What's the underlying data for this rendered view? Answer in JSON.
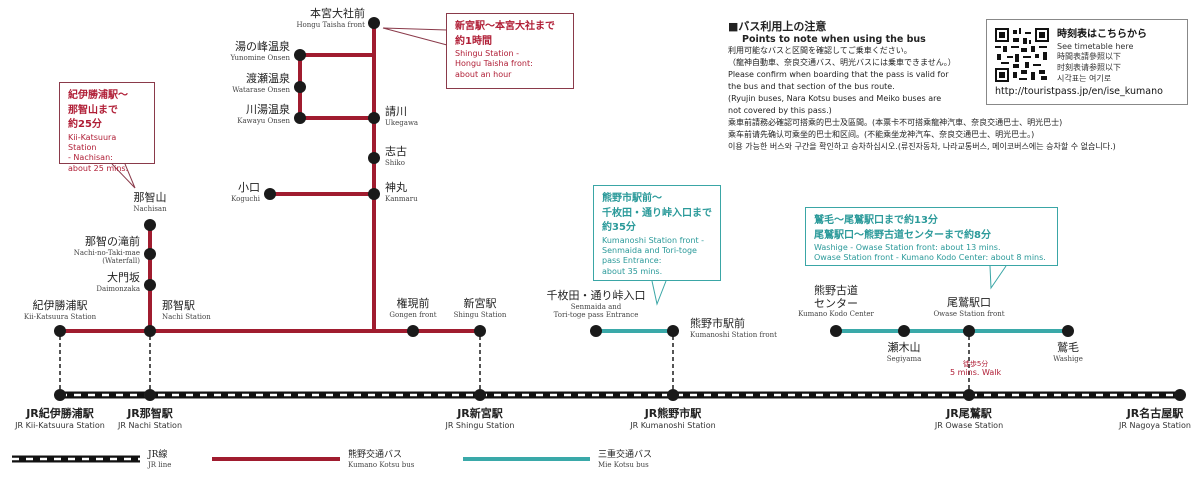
{
  "colors": {
    "kumano_kotsu": "#a01c2f",
    "mie_kotsu": "#3aa9a9",
    "jr": "#111111",
    "stop": "#1a1a1a"
  },
  "callouts": {
    "katsuura_nachisan": {
      "ja1": "紀伊勝浦駅～",
      "ja2": "那智山まで",
      "ja3": "約25分",
      "en1": "Kii-Katsuura Station",
      "en2": "- Nachisan:",
      "en3": "about 25 mins."
    },
    "shingu_hongu": {
      "ja1": "新宮駅～本宮大社まで",
      "ja2": "約1時間",
      "en1": "Shingu Station -",
      "en2": "Hongu Taisha front:",
      "en3": "about an hour"
    },
    "kumanoshi_senmaida": {
      "ja1": "熊野市駅前～",
      "ja2": "千枚田・通り峠入口まで",
      "ja3": "約35分",
      "en1": "Kumanoshi Station front -",
      "en2": "Senmaida and Tori-toge",
      "en3": "pass Entrance:",
      "en4": "about 35 mins."
    },
    "washige_owase": {
      "ja1": "鷲毛～尾鷲駅口まで約13分",
      "ja2": "尾鷲駅口～熊野古道センターまで約8分",
      "en1": "Washige - Owase Station front: about 13 mins.",
      "en2": "Owase Station front - Kumano Kodo Center: about 8 mins."
    }
  },
  "notes": {
    "title": "■バス利用上の注意",
    "subtitle": "Points to note when using the bus",
    "lines": [
      "利用可能なバスと区間を確認してご乗車ください。",
      "（龍神自動車、奈良交通バス、明光バスには乗車できません。）",
      "Please confirm when boarding that the pass is valid for",
      "the bus and that section of the bus route.",
      "(Ryujin buses, Nara Kotsu buses and Meiko buses are",
      "not covered by this pass.)",
      "乘車前請務必確認可搭乘的巴士及區間。(本票卡不可搭乘龍神汽車、奈良交通巴士、明光巴士)",
      "乘车前请先确认可乘坐的巴士和区间。(不能乘坐龙神汽车、奈良交通巴士、明光巴士。)",
      "이용 가능한 버스와 구간을 확인하고 승차하십시오.(류진자동차, 나라교통버스, 메이코버스에는 승차할 수 없습니다.)"
    ]
  },
  "timetable": {
    "heading": "時刻表はこちらから",
    "en": "See timetable here",
    "zh_tw": "時間表請參照以下",
    "zh_cn": "时刻表请参照以下",
    "ko": "시각표는 여기로",
    "url": "http://touristpass.jp/en/ise_kumano",
    "qr_icon": "qr-code-icon"
  },
  "bus_stops": {
    "hongu": {
      "ja": "本宮大社前",
      "en": "Hongu Taisha front"
    },
    "yunomine": {
      "ja": "湯の峰温泉",
      "en": "Yunomine Onsen"
    },
    "watarase": {
      "ja": "渡瀬温泉",
      "en": "Watarase Onsen"
    },
    "kawayu": {
      "ja": "川湯温泉",
      "en": "Kawayu Onsen"
    },
    "ukegawa": {
      "ja": "請川",
      "en": "Ukegawa"
    },
    "shiko": {
      "ja": "志古",
      "en": "Shiko"
    },
    "kanmaru": {
      "ja": "神丸",
      "en": "Kanmaru"
    },
    "koguchi": {
      "ja": "小口",
      "en": "Koguchi"
    },
    "nachisan": {
      "ja": "那智山",
      "en": "Nachisan"
    },
    "nachinotaki": {
      "ja": "那智の滝前",
      "en": "Nachi-no-Taki-mae",
      "en2": "(Waterfall)"
    },
    "daimonzaka": {
      "ja": "大門坂",
      "en": "Daimonzaka"
    },
    "kiikatsuura": {
      "ja": "紀伊勝浦駅",
      "en": "Kii-Katsuura Station"
    },
    "nachi": {
      "ja": "那智駅",
      "en": "Nachi Station"
    },
    "gongen": {
      "ja": "権現前",
      "en": "Gongen front"
    },
    "shingu": {
      "ja": "新宮駅",
      "en": "Shingu Station"
    },
    "senmaida": {
      "ja": "千枚田・通り峠入口",
      "en": "Senmaida and",
      "en2": "Tori-toge pass Entrance"
    },
    "kumanoshi": {
      "ja": "熊野市駅前",
      "en": "Kumanoshi Station front"
    },
    "kodo_center": {
      "ja": "熊野古道",
      "ja2": "センター",
      "en": "Kumano Kodo Center"
    },
    "segiyama": {
      "ja": "瀬木山",
      "en": "Segiyama"
    },
    "owase_front": {
      "ja": "尾鷲駅口",
      "en": "Owase Station front"
    },
    "washige": {
      "ja": "鷲毛",
      "en": "Washige"
    }
  },
  "walk": {
    "ja": "徒歩5分",
    "en": "5 mins. Walk"
  },
  "jr_stations": [
    {
      "ja": "JR紀伊勝浦駅",
      "en": "JR Kii-Katsuura Station"
    },
    {
      "ja": "JR那智駅",
      "en": "JR Nachi Station"
    },
    {
      "ja": "JR新宮駅",
      "en": "JR Shingu Station"
    },
    {
      "ja": "JR熊野市駅",
      "en": "JR Kumanoshi Station"
    },
    {
      "ja": "JR尾鷲駅",
      "en": "JR Owase Station"
    },
    {
      "ja": "JR名古屋駅",
      "en": "JR Nagoya Station"
    }
  ],
  "legend": {
    "jr": {
      "ja": "JR線",
      "en": "JR line"
    },
    "kumano": {
      "ja": "熊野交通バス",
      "en": "Kumano Kotsu bus"
    },
    "mie": {
      "ja": "三重交通バス",
      "en": "Mie Kotsu bus"
    }
  }
}
